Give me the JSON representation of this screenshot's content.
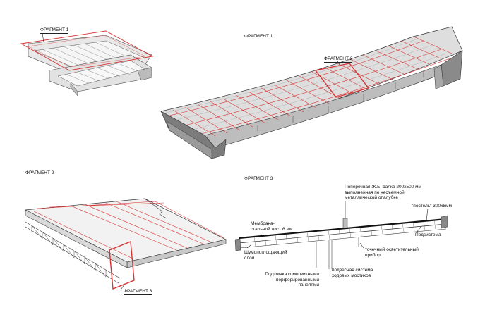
{
  "fragments": {
    "f1_title": "ФРАГМЕНТ 1",
    "f1_tag": "ФРАГМЕНТ 1",
    "f2_tag": "ФРАГМЕНТ 2",
    "f2_title": "ФРАГМЕНТ 2",
    "f3_title": "ФРАГМЕНТ 3",
    "f3_tag": "ФРАГМЕНТ 3"
  },
  "annotations": {
    "beam": "Поперечная Ж.Б. балка 200х500 мм выполненная по несъемной металлической опалубке",
    "bed": "\"постель\" 300х8мм",
    "membrane": "Мембрана- стальной лист  6 мм",
    "noise": "Шумопоглощающий слой",
    "light": "точечный осветительный прибор",
    "subsystem": "Подсистема",
    "lining": "Подшивка композитными перфорированными панелями",
    "walkway": "подвесная система ходовых мостиков"
  },
  "colors": {
    "highlight": "#d63333",
    "line": "#333333",
    "roof": "#cfcfcf"
  }
}
